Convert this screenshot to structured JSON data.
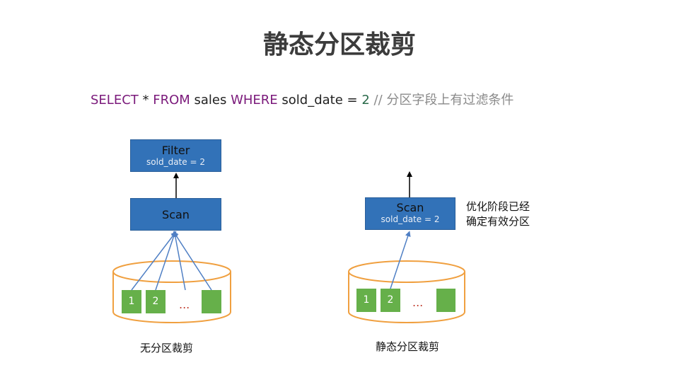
{
  "title": "静态分区裁剪",
  "sql": {
    "select_kw": "SELECT",
    "star": " * ",
    "from_kw": "FROM",
    "table": " sales ",
    "where_kw": "WHERE",
    "cond": " sold_date = ",
    "value": "2",
    "comment": " // 分区字段上有过滤条件"
  },
  "left": {
    "filter_label": "Filter",
    "filter_cond": "sold_date = 2",
    "scan_label": "Scan",
    "partitions": [
      "1",
      "2"
    ],
    "ellipsis": "...",
    "caption": "无分区裁剪"
  },
  "right": {
    "scan_label": "Scan",
    "scan_cond": "sold_date = 2",
    "partitions": [
      "1",
      "2"
    ],
    "ellipsis": "...",
    "note_line1": "优化阶段已经",
    "note_line2": "确定有效分区",
    "caption": "静态分区裁剪"
  },
  "colors": {
    "operator_box": "#3272b8",
    "partition": "#66b04a",
    "arrow_blue": "#4f7fc4",
    "keyword": "#7b1a7b"
  }
}
